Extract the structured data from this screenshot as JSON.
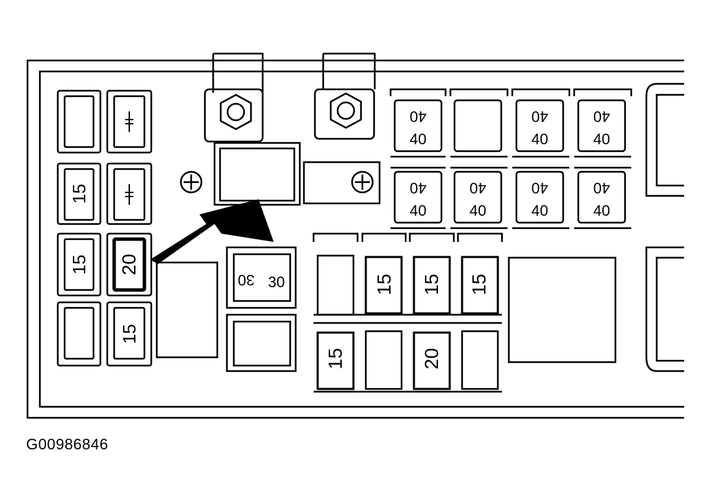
{
  "figure_id": "G00986846",
  "left_column_fuses": [
    "",
    "15",
    "15",
    ""
  ],
  "second_column_fuses": [
    "",
    "",
    "20",
    "15"
  ],
  "relay_30": {
    "top": "30",
    "bottom": "30"
  },
  "large_fuses_row1": [
    {
      "top": "40",
      "bottom": "40"
    },
    {
      "top": "",
      "bottom": ""
    },
    {
      "top": "40",
      "bottom": "40"
    },
    {
      "top": "40",
      "bottom": "40"
    }
  ],
  "large_fuses_row2": [
    {
      "top": "40",
      "bottom": "40"
    },
    {
      "top": "40",
      "bottom": "40"
    },
    {
      "top": "40",
      "bottom": "40"
    },
    {
      "top": "40",
      "bottom": "40"
    }
  ],
  "lower_fuses_row1": [
    "",
    "15",
    "15",
    "15"
  ],
  "lower_fuses_row2": [
    "15",
    "",
    "20",
    ""
  ],
  "highlighted_fuse": "20",
  "colors": {
    "line": "#000000",
    "background": "#ffffff"
  }
}
